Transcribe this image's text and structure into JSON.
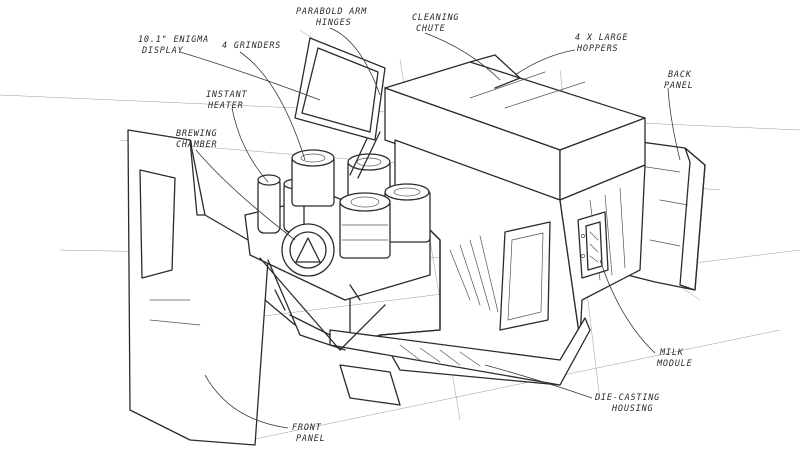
{
  "labels": {
    "display": [
      "10.1\" ENIGMA",
      "DISPLAY"
    ],
    "grinders": [
      "4 GRINDERS"
    ],
    "hinges": [
      "PARABOLD ARM",
      "HINGES"
    ],
    "chute": [
      "CLEANING",
      "CHUTE"
    ],
    "hoppers": [
      "4 X LARGE",
      "HOPPERS"
    ],
    "back_panel": [
      "BACK",
      "PANEL"
    ],
    "heater": [
      "INSTANT",
      "HEATER"
    ],
    "brewing": [
      "BREWING",
      "CHAMBER"
    ],
    "milk": [
      "MILK",
      "MODULE"
    ],
    "housing": [
      "DIE-CASTING",
      "HOUSING"
    ],
    "front_panel": [
      "FRONT",
      "PANEL"
    ]
  }
}
